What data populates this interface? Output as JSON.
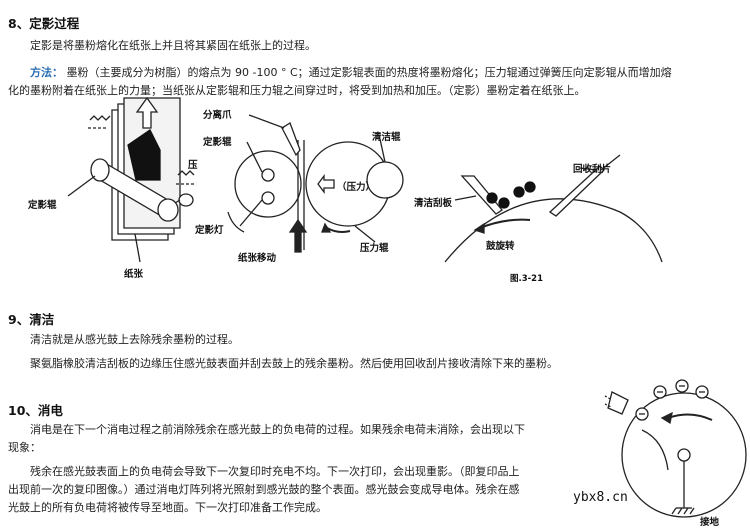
{
  "section8": {
    "heading": "8、定影过程",
    "para1": "定影是将墨粉熔化在纸张上并且将其紧固在纸张上的过程。",
    "method_label": "方法：",
    "method_line1": "墨粉（主要成分为树脂）的熔点为 90 -100 ° C；通过定影辊表面的热度将墨粉熔化；压力辊通过弹簧压向定影辊从而增加熔",
    "method_line2": "化的墨粉附着在纸张上的力量；当纸张从定影辊和压力辊之间穿过时，将受到加热和加压。（定影）墨粉定着在纸张上。"
  },
  "figure": {
    "fuser_roller": "定影辊",
    "pressure_short": "压",
    "paper": "纸张",
    "separation_claw": "分离爪",
    "fuser_roller2": "定影辊",
    "fuser_lamp": "定影灯",
    "pressure_tag": "（压力）",
    "cleaning_roller": "清洁辊",
    "pressure_roller": "压力辊",
    "paper_movement": "纸张移动",
    "cleaning_blade": "清洁刮板",
    "recycle_blade": "回收刮片",
    "drum_rotation": "鼓旋转",
    "fig_number": "图.3-21"
  },
  "section9": {
    "heading": "9、清洁",
    "para1": "清洁就是从感光鼓上去除残余墨粉的过程。",
    "para2": "聚氨脂橡胶清洁刮板的边缘压住感光鼓表面并刮去鼓上的残余墨粉。然后使用回收刮片接收清除下来的墨粉。"
  },
  "section10": {
    "heading": "10、消电",
    "line1": "消电是在下一个消电过程之前消除残余在感光鼓上的负电荷的过程。如果残余电荷未消除，会出现以下",
    "line2": "现象：",
    "line3": "残余在感光鼓表面上的负电荷会导致下一次复印时充电不均。下一次打印，会出现重影。（即复印品上",
    "line4": "出现前一次的复印图像。）通过消电灯阵列将光照射到感光鼓的整个表面。感光鼓会变成导电体。残余在感",
    "line5": "光鼓上的所有负电荷将被传导至地面。下一次打印准备工作完成。",
    "ground": "接地",
    "minus": "−"
  },
  "watermark": "ybx8.cn"
}
